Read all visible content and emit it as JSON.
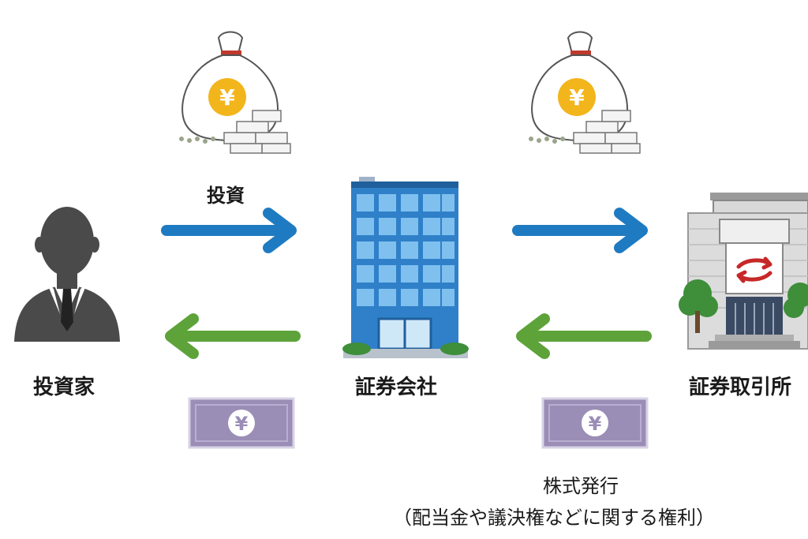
{
  "labels": {
    "investor": "投資家",
    "securities_company": "証券会社",
    "stock_exchange": "証券取引所",
    "investment": "投資",
    "stock_issue": "株式発行",
    "rights": "（配当金や議決権などに関する権利）"
  },
  "icons": {
    "money_bag_left": "money-bag-icon",
    "money_bag_right": "money-bag-icon",
    "stock_note_left": "stock-certificate-icon",
    "stock_note_right": "stock-certificate-icon",
    "investor": "person-icon",
    "company": "office-building-icon",
    "exchange": "stock-exchange-building-icon",
    "yen_symbol": "¥"
  },
  "colors": {
    "arrow_blue": "#1f7bc1",
    "arrow_green": "#5da33a",
    "person_gray": "#4a4a4a",
    "building_blue": "#2f80c9",
    "note_purple": "#9a8db6",
    "bag_yellow": "#f2b51b"
  }
}
